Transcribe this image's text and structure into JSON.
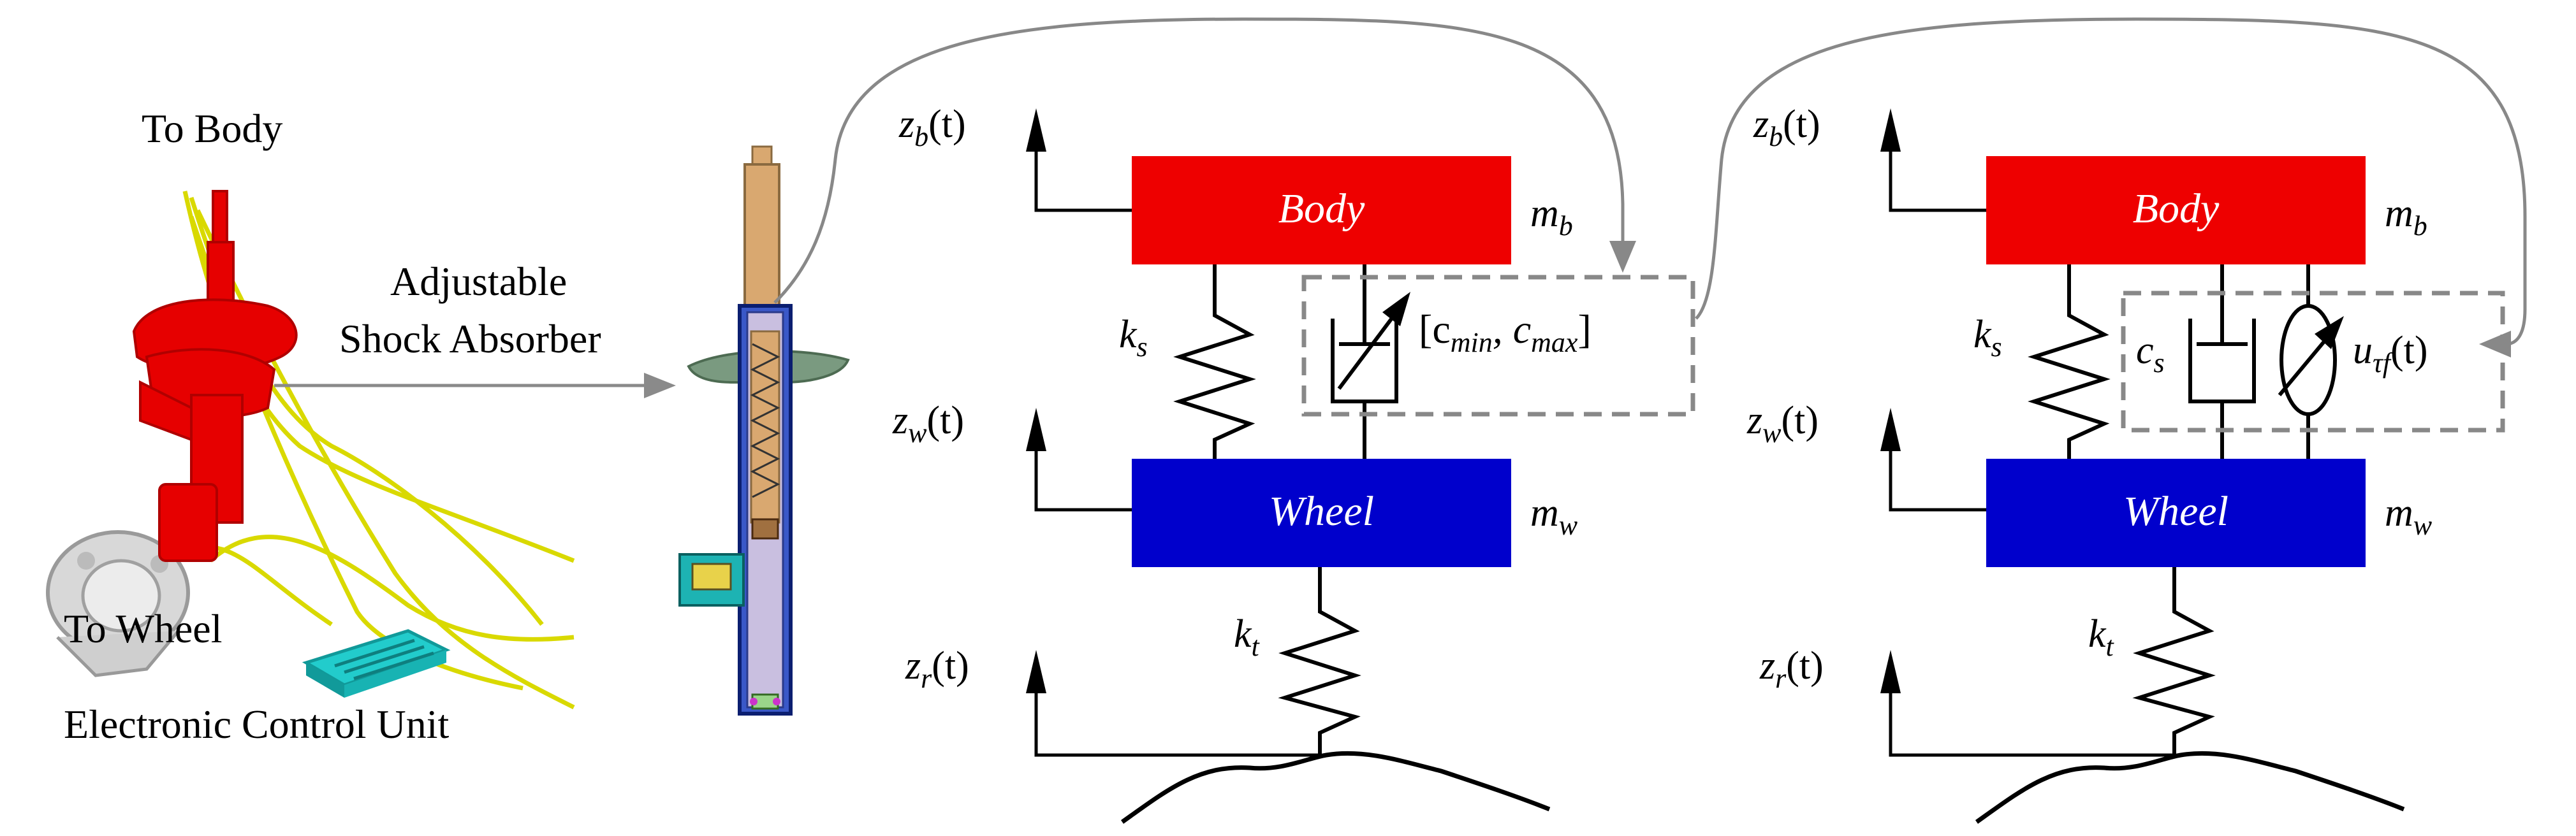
{
  "left_panel": {
    "to_body": "To Body",
    "to_wheel": "To Wheel",
    "ecu": "Electronic Control Unit",
    "adjustable_line1": "Adjustable",
    "adjustable_line2": "Shock Absorber"
  },
  "model_left": {
    "body_label": "Body",
    "wheel_label": "Wheel",
    "zb": "z",
    "zb_sub": "b",
    "zb_arg": "(t)",
    "zw": "z",
    "zw_sub": "w",
    "zw_arg": "(t)",
    "zr": "z",
    "zr_sub": "r",
    "zr_arg": "(t)",
    "mb": "m",
    "mb_sub": "b",
    "mw": "m",
    "mw_sub": "w",
    "ks": "k",
    "ks_sub": "s",
    "kt": "k",
    "kt_sub": "t",
    "damper_range_open": "[c",
    "damper_range_min": "min",
    "damper_range_mid": ", c",
    "damper_range_max": "max",
    "damper_range_close": "]"
  },
  "model_right": {
    "body_label": "Body",
    "wheel_label": "Wheel",
    "zb": "z",
    "zb_sub": "b",
    "zb_arg": "(t)",
    "zw": "z",
    "zw_sub": "w",
    "zw_arg": "(t)",
    "zr": "z",
    "zr_sub": "r",
    "zr_arg": "(t)",
    "mb": "m",
    "mb_sub": "b",
    "mw": "m",
    "mw_sub": "w",
    "ks": "k",
    "ks_sub": "s",
    "kt": "k",
    "kt_sub": "t",
    "cs": "c",
    "cs_sub": "s",
    "u": "u",
    "u_sub": "τf",
    "u_arg": "(t)"
  },
  "colors": {
    "body_fill": "#ee0000",
    "wheel_fill": "#0000cc",
    "strut_red": "#e60000",
    "wire_yellow": "#d9d900",
    "ecu_cyan": "#22cccc",
    "rod_tan": "#d9a870",
    "tube_blue": "#1f3fb0",
    "arrow_gray": "#888888"
  }
}
